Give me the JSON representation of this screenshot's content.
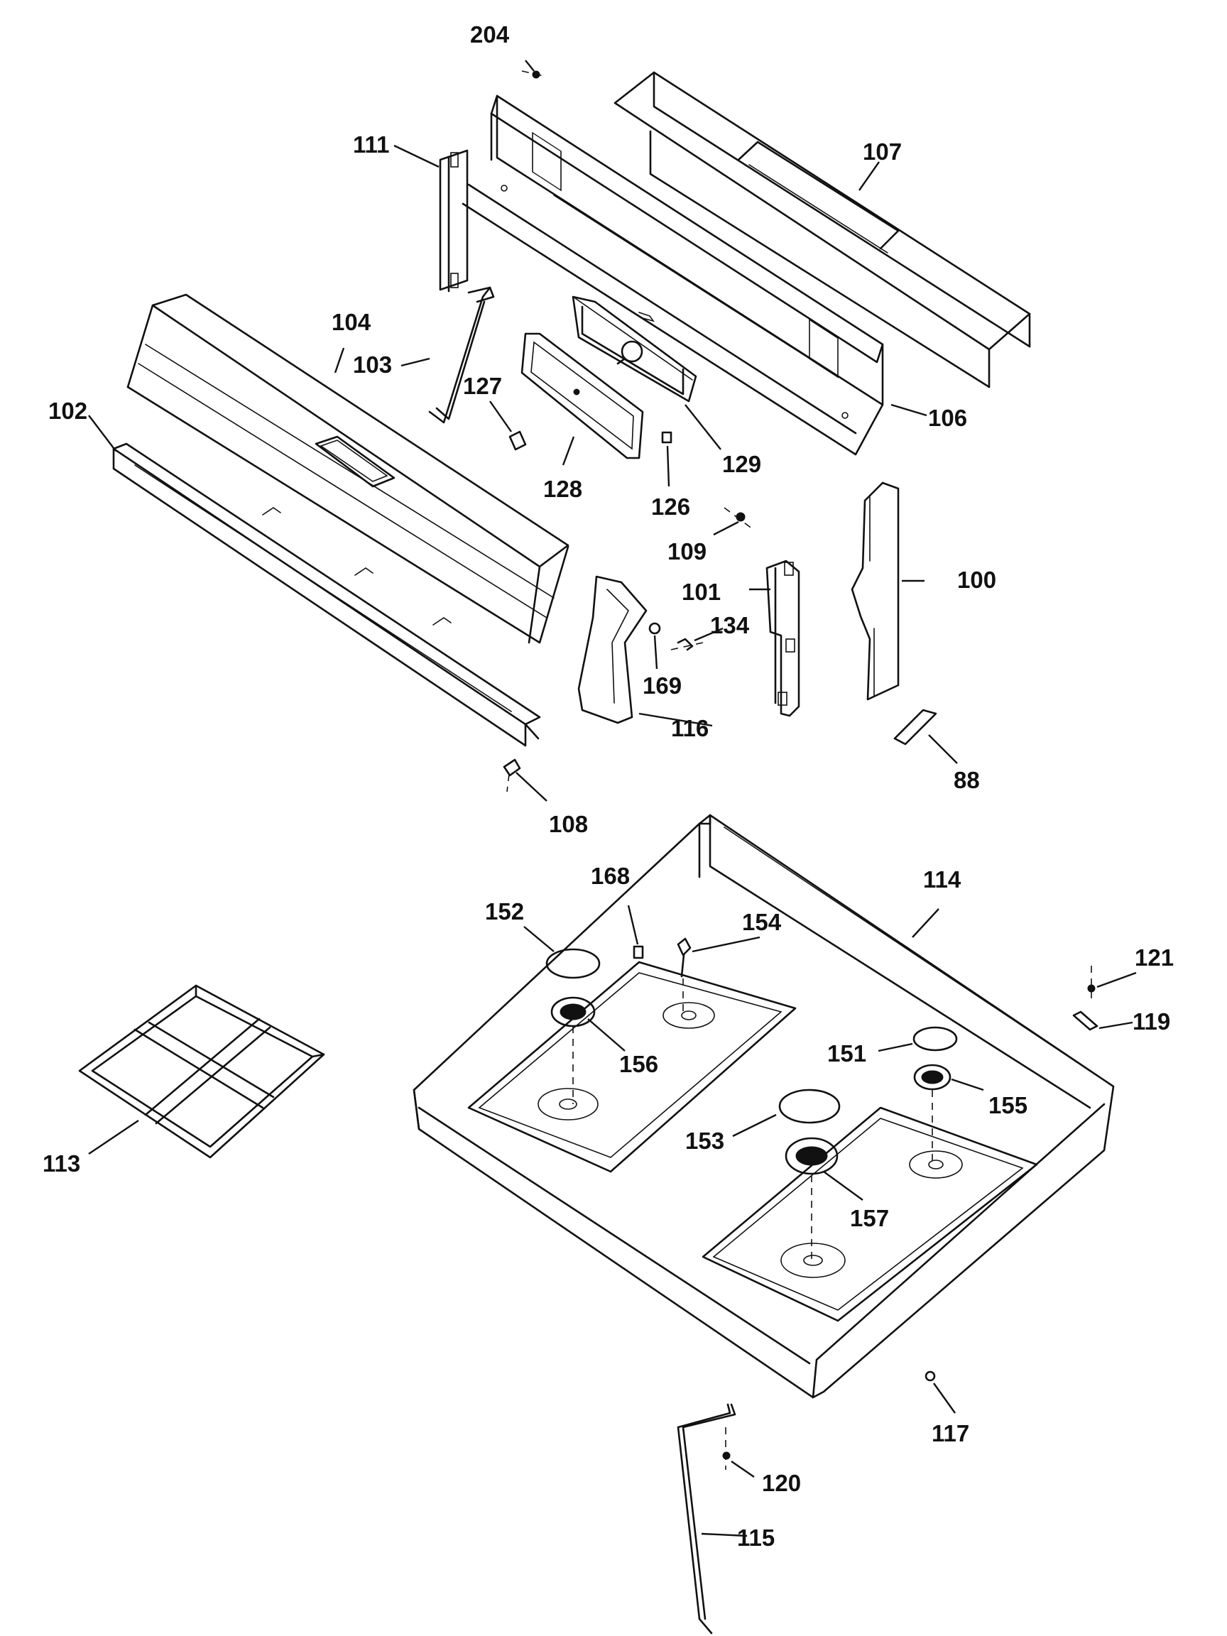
{
  "labels": {
    "l204": "204",
    "l111": "111",
    "l107": "107",
    "l104": "104",
    "l103": "103",
    "l102": "102",
    "l127": "127",
    "l128": "128",
    "l129": "129",
    "l106": "106",
    "l126": "126",
    "l109": "109",
    "l101": "101",
    "l100": "100",
    "l134": "134",
    "l169": "169",
    "l116": "116",
    "l88": "88",
    "l108": "108",
    "l168": "168",
    "l114": "114",
    "l152": "152",
    "l154": "154",
    "l156": "156",
    "l121": "121",
    "l119": "119",
    "l151": "151",
    "l155": "155",
    "l113": "113",
    "l153": "153",
    "l157": "157",
    "l117": "117",
    "l120": "120",
    "l115": "115"
  }
}
